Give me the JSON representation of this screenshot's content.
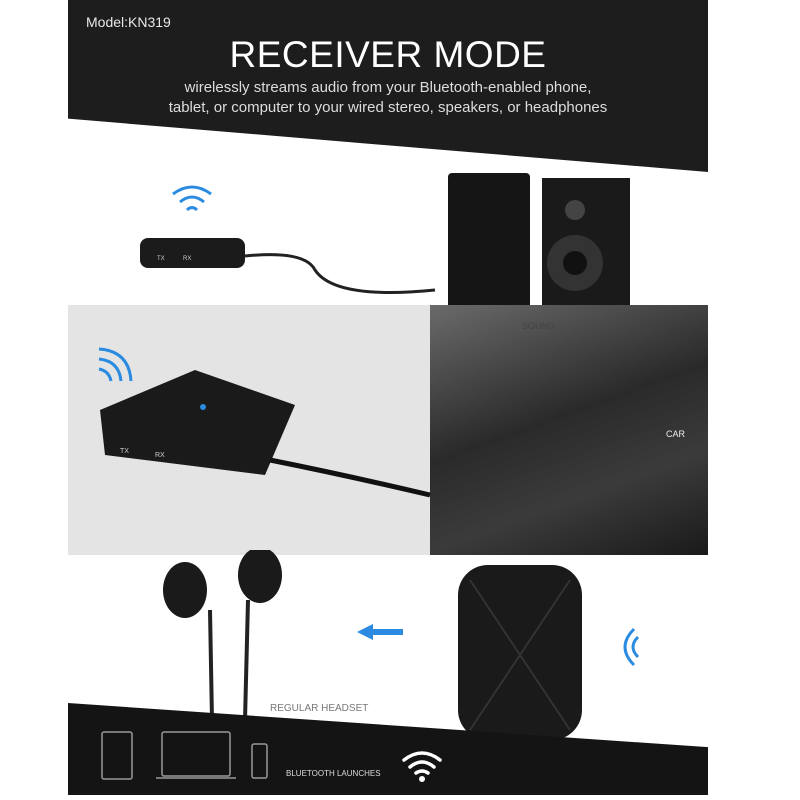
{
  "banner": {
    "model": "Model:KN319",
    "title": "RECEIVER MODE",
    "subtitle_line1": "wirelessly streams audio from your Bluetooth-enabled phone,",
    "subtitle_line2": "tablet, or computer to your wired stereo, speakers, or headphones"
  },
  "scenes": {
    "sound_label": "SOUND",
    "car_label": "CAR",
    "headset_label": "REGULAR HEADSET",
    "bluetooth_label": "BLUETOOTH LAUNCHES"
  },
  "device": {
    "tx": "TX",
    "rx": "RX"
  },
  "colors": {
    "accent": "#2a8be0",
    "dark": "#1d1d1d"
  }
}
